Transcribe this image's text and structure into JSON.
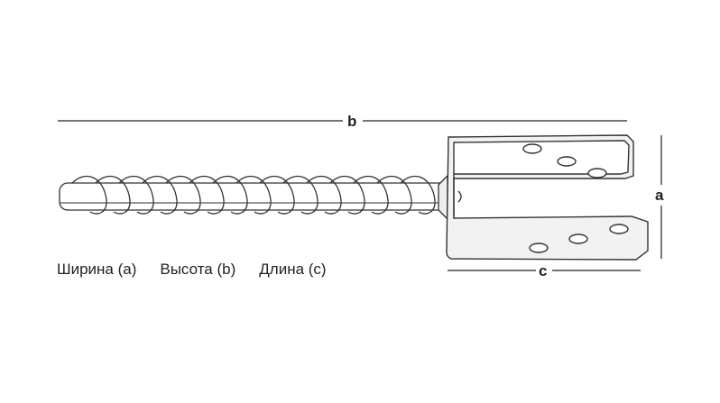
{
  "diagram": {
    "subject": "ground screw with U-shaped post bracket",
    "dimensions": {
      "b_label": "b",
      "a_label": "a",
      "c_label": "c"
    },
    "legend": [
      {
        "label": "Ширина (a)"
      },
      {
        "label": "Высота (b)"
      },
      {
        "label": "Длина (c)"
      }
    ],
    "colors": {
      "line": "#222222",
      "fill": "#ffffff",
      "shade": "#d9d9d9"
    }
  }
}
